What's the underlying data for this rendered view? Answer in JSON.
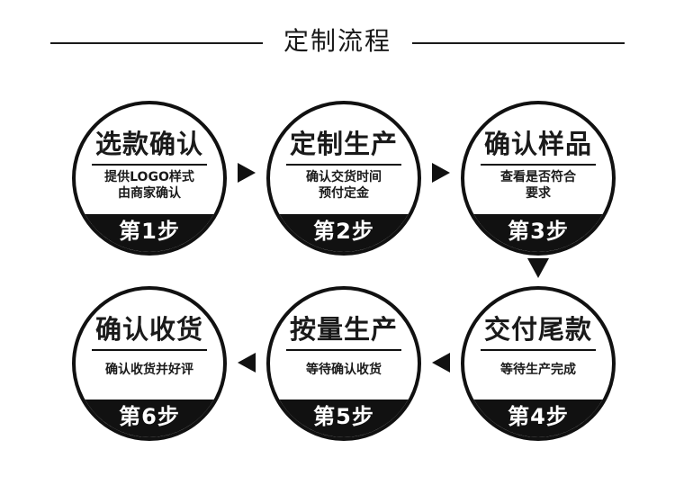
{
  "title": "定制流程",
  "steps": [
    {
      "name": "选款确认",
      "desc1": "提供LOGO样式",
      "desc2": "由商家确认",
      "badge": "第1步"
    },
    {
      "name": "定制生产",
      "desc1": "确认交货时间",
      "desc2": "预付定金",
      "badge": "第2步"
    },
    {
      "name": "确认样品",
      "desc1": "查看是否符合",
      "desc2": "要求",
      "badge": "第3步"
    },
    {
      "name": "交付尾款",
      "desc1": "等待生产完成",
      "desc2": "",
      "badge": "第4步"
    },
    {
      "name": "按量生产",
      "desc1": "等待确认收货",
      "desc2": "",
      "badge": "第5步"
    },
    {
      "name": "确认收货",
      "desc1": "确认收货并好评",
      "desc2": "",
      "badge": "第6步"
    }
  ]
}
